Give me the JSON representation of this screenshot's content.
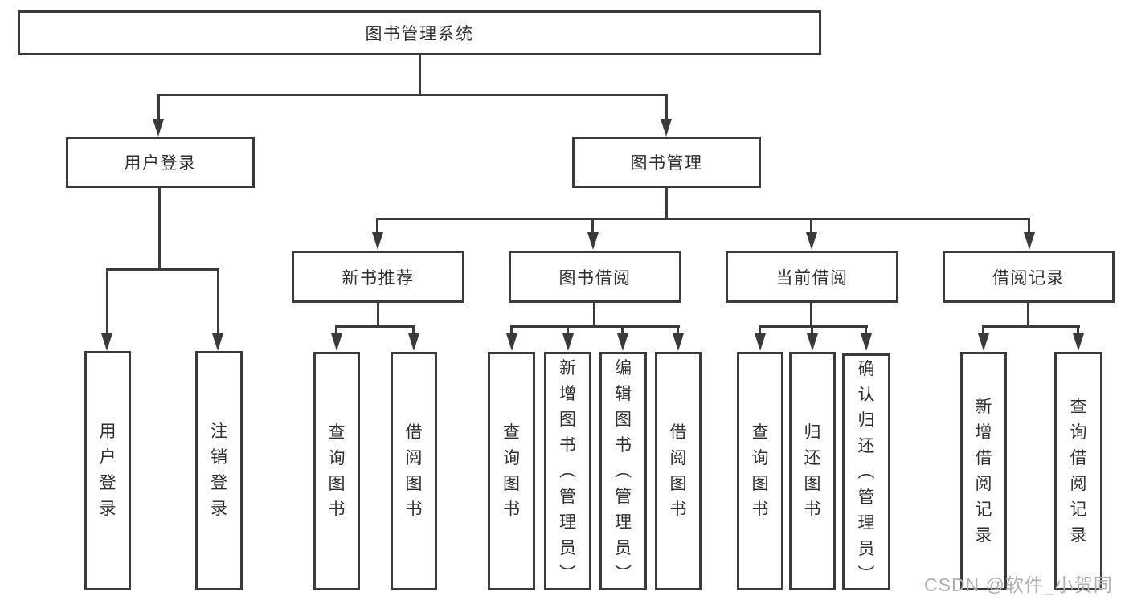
{
  "tree": {
    "root": {
      "label": "图书管理系统",
      "children": [
        {
          "label": "用户登录",
          "children": [
            {
              "label": "用户登录"
            },
            {
              "label": "注销登录"
            }
          ]
        },
        {
          "label": "图书管理",
          "children": [
            {
              "label": "新书推荐",
              "children": [
                {
                  "label": "查询图书"
                },
                {
                  "label": "借阅图书"
                }
              ]
            },
            {
              "label": "图书借阅",
              "children": [
                {
                  "label": "查询图书"
                },
                {
                  "label": "新增图书（管理员）"
                },
                {
                  "label": "编辑图书（管理员）"
                },
                {
                  "label": "借阅图书"
                }
              ]
            },
            {
              "label": "当前借阅",
              "children": [
                {
                  "label": "查询图书"
                },
                {
                  "label": "归还图书"
                },
                {
                  "label": "确认归还（管理员）"
                }
              ]
            },
            {
              "label": "借阅记录",
              "children": [
                {
                  "label": "新增借阅记录"
                },
                {
                  "label": "查询借阅记录"
                }
              ]
            }
          ]
        }
      ]
    }
  },
  "watermark": "CSDN @软件_小贺同学",
  "colors": {
    "line": "#3a3a3a",
    "text": "#2e2e2e",
    "background": "#ffffff",
    "watermark": "#b0b0b0"
  }
}
